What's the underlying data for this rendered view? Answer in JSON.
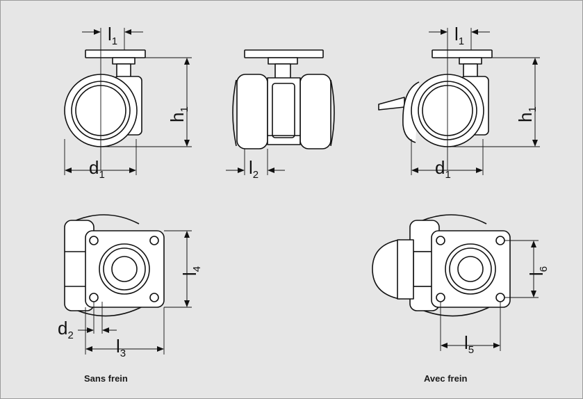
{
  "captions": {
    "without_brake": "Sans frein",
    "with_brake": "Avec frein"
  },
  "dimensions": {
    "l1": {
      "letter": "l",
      "index": "1"
    },
    "h1": {
      "letter": "h",
      "index": "1"
    },
    "d1": {
      "letter": "d",
      "index": "1"
    },
    "l2": {
      "letter": "l",
      "index": "2"
    },
    "l3": {
      "letter": "l",
      "index": "3"
    },
    "l4": {
      "letter": "l",
      "index": "4"
    },
    "l5": {
      "letter": "l",
      "index": "5"
    },
    "l6": {
      "letter": "l",
      "index": "6"
    },
    "d2": {
      "letter": "d",
      "index": "2"
    }
  },
  "colors": {
    "background": "#e6e6e6",
    "frame": "#9a9a9a",
    "body": "#ffffff",
    "line": "#111111"
  }
}
